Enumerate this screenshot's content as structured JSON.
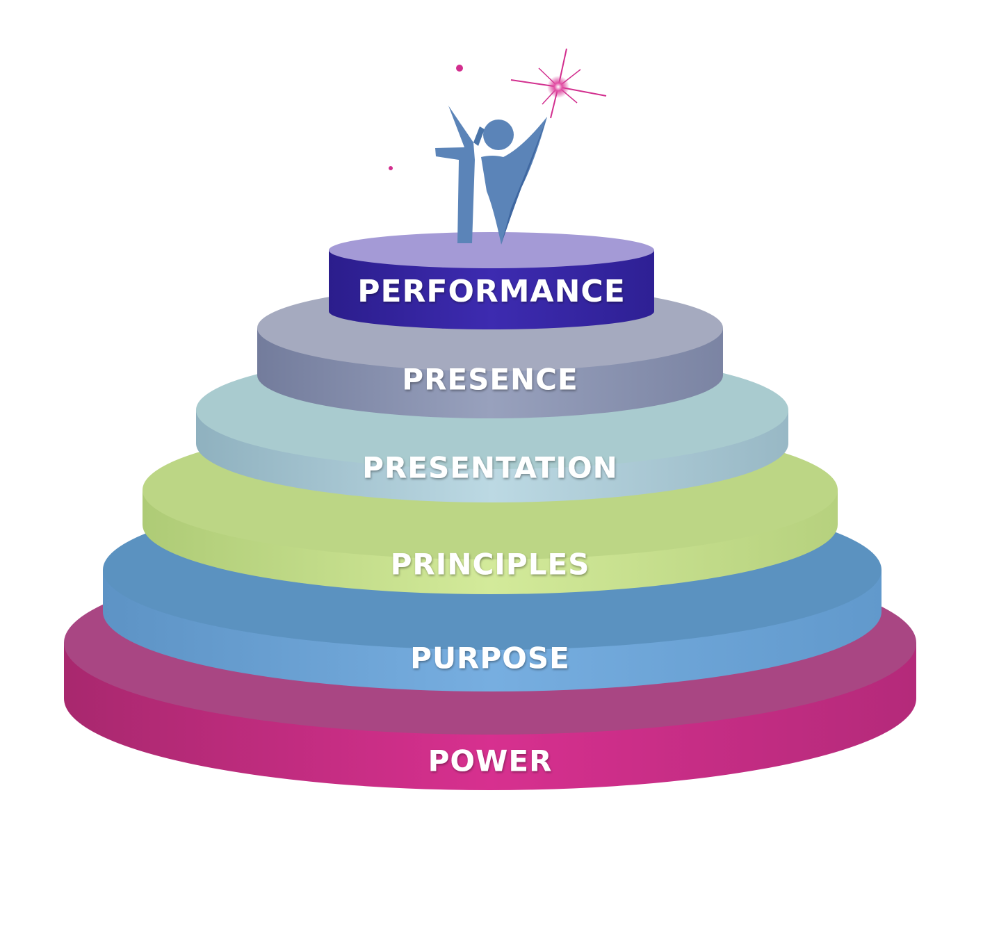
{
  "diagram": {
    "tiers": [
      {
        "label": "PERFORMANCE",
        "side_color": "#3524a0",
        "top_color": "#a49ad6",
        "edge_color": "#2a1d86"
      },
      {
        "label": "PRESENCE",
        "side_color": "#8c95b2",
        "top_color": "#a5aabf",
        "edge_color": "#6f7896"
      },
      {
        "label": "PRESENTATION",
        "side_color": "#aac7d3",
        "top_color": "#a9cbcf",
        "edge_color": "#84a6b4"
      },
      {
        "label": "PRINCIPLES",
        "side_color": "#c9e28f",
        "top_color": "#bcd685",
        "edge_color": "#9fbd6c"
      },
      {
        "label": "PURPOSE",
        "side_color": "#6ea5d6",
        "top_color": "#5b92c0",
        "edge_color": "#4c82b4"
      },
      {
        "label": "POWER",
        "side_color": "#d12e8c",
        "top_color": "#a94683",
        "edge_color": "#952766"
      }
    ],
    "icon": "person-raising-arm-with-star-icon",
    "icon_color": "#5b84b8",
    "sparkle_color": "#d22e8e"
  }
}
